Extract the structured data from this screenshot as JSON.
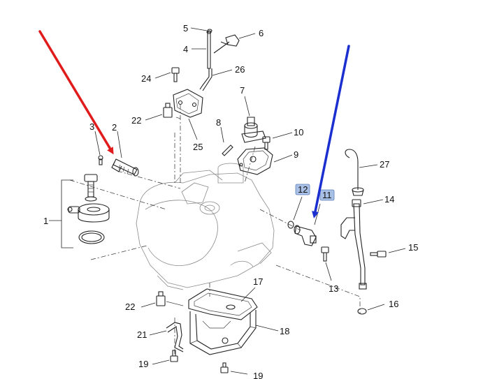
{
  "labels": {
    "c1": "1",
    "c2": "2",
    "c3": "3",
    "c4": "4",
    "c5": "5",
    "c6": "6",
    "c7": "7",
    "c8": "8",
    "c9": "9",
    "c10": "10",
    "c11": "11",
    "c12": "12",
    "c13": "13",
    "c14": "14",
    "c15": "15",
    "c16": "16",
    "c17": "17",
    "c18": "18",
    "c19": "19",
    "c19b": "19",
    "c21": "21",
    "c22a": "22",
    "c22b": "22",
    "c24": "24",
    "c25": "25",
    "c26": "26",
    "c27": "27"
  },
  "colors": {
    "red_arrow": "#e01b1b",
    "blue_arrow": "#1b2fd0",
    "highlight": "#a9c0e6"
  },
  "highlighted_callouts": [
    "11",
    "12"
  ]
}
